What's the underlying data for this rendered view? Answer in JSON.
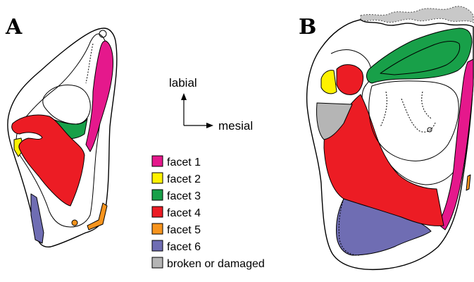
{
  "panels": {
    "a": {
      "label": "A"
    },
    "b": {
      "label": "B"
    }
  },
  "orientation": {
    "vertical_label": "labial",
    "horizontal_label": "mesial"
  },
  "legend": [
    {
      "label": "facet 1",
      "color": "#e5188c"
    },
    {
      "label": "facet 2",
      "color": "#fff200"
    },
    {
      "label": "facet 3",
      "color": "#18a049"
    },
    {
      "label": "facet 4",
      "color": "#ec1c24"
    },
    {
      "label": "facet 5",
      "color": "#f7941d"
    },
    {
      "label": "facet 6",
      "color": "#6f6db3"
    },
    {
      "label": "broken or damaged",
      "color": "#b5b5b5"
    }
  ]
}
